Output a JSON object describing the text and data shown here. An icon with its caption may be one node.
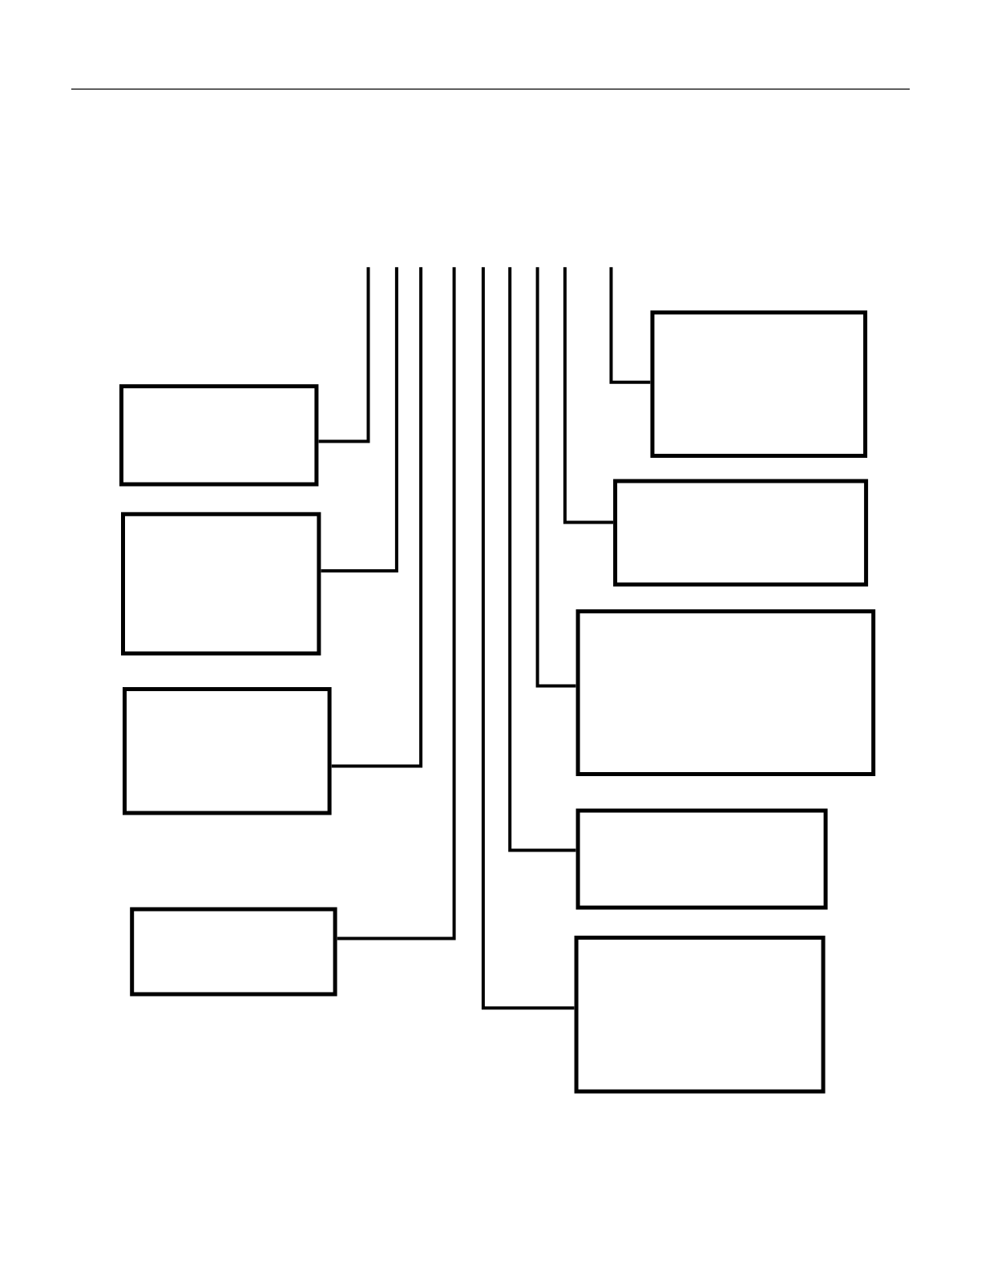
{
  "diagram": {
    "nodes": [
      {
        "text": [],
        "shape": "box"
      },
      {
        "text": [],
        "shape": "box"
      },
      {
        "text": [],
        "shape": "box"
      },
      {
        "text": [],
        "shape": "box"
      },
      {
        "text": [],
        "shape": "box"
      },
      {
        "text": [],
        "shape": "box"
      },
      {
        "text": [],
        "shape": "box"
      },
      {
        "text": [],
        "shape": "box"
      },
      {
        "text": [],
        "shape": "box"
      }
    ],
    "edges": [
      {
        "from": 0,
        "to": null,
        "arrow": "none"
      },
      {
        "from": 1,
        "to": null,
        "arrow": "none"
      },
      {
        "from": 2,
        "to": null,
        "arrow": "none"
      },
      {
        "from": 3,
        "to": null,
        "arrow": "none"
      },
      {
        "from": 4,
        "to": null,
        "arrow": "none"
      },
      {
        "from": 5,
        "to": null,
        "arrow": "none"
      },
      {
        "from": 6,
        "to": null,
        "arrow": "none"
      },
      {
        "from": 7,
        "to": null,
        "arrow": "none"
      },
      {
        "from": 8,
        "to": null,
        "arrow": "none"
      }
    ]
  }
}
